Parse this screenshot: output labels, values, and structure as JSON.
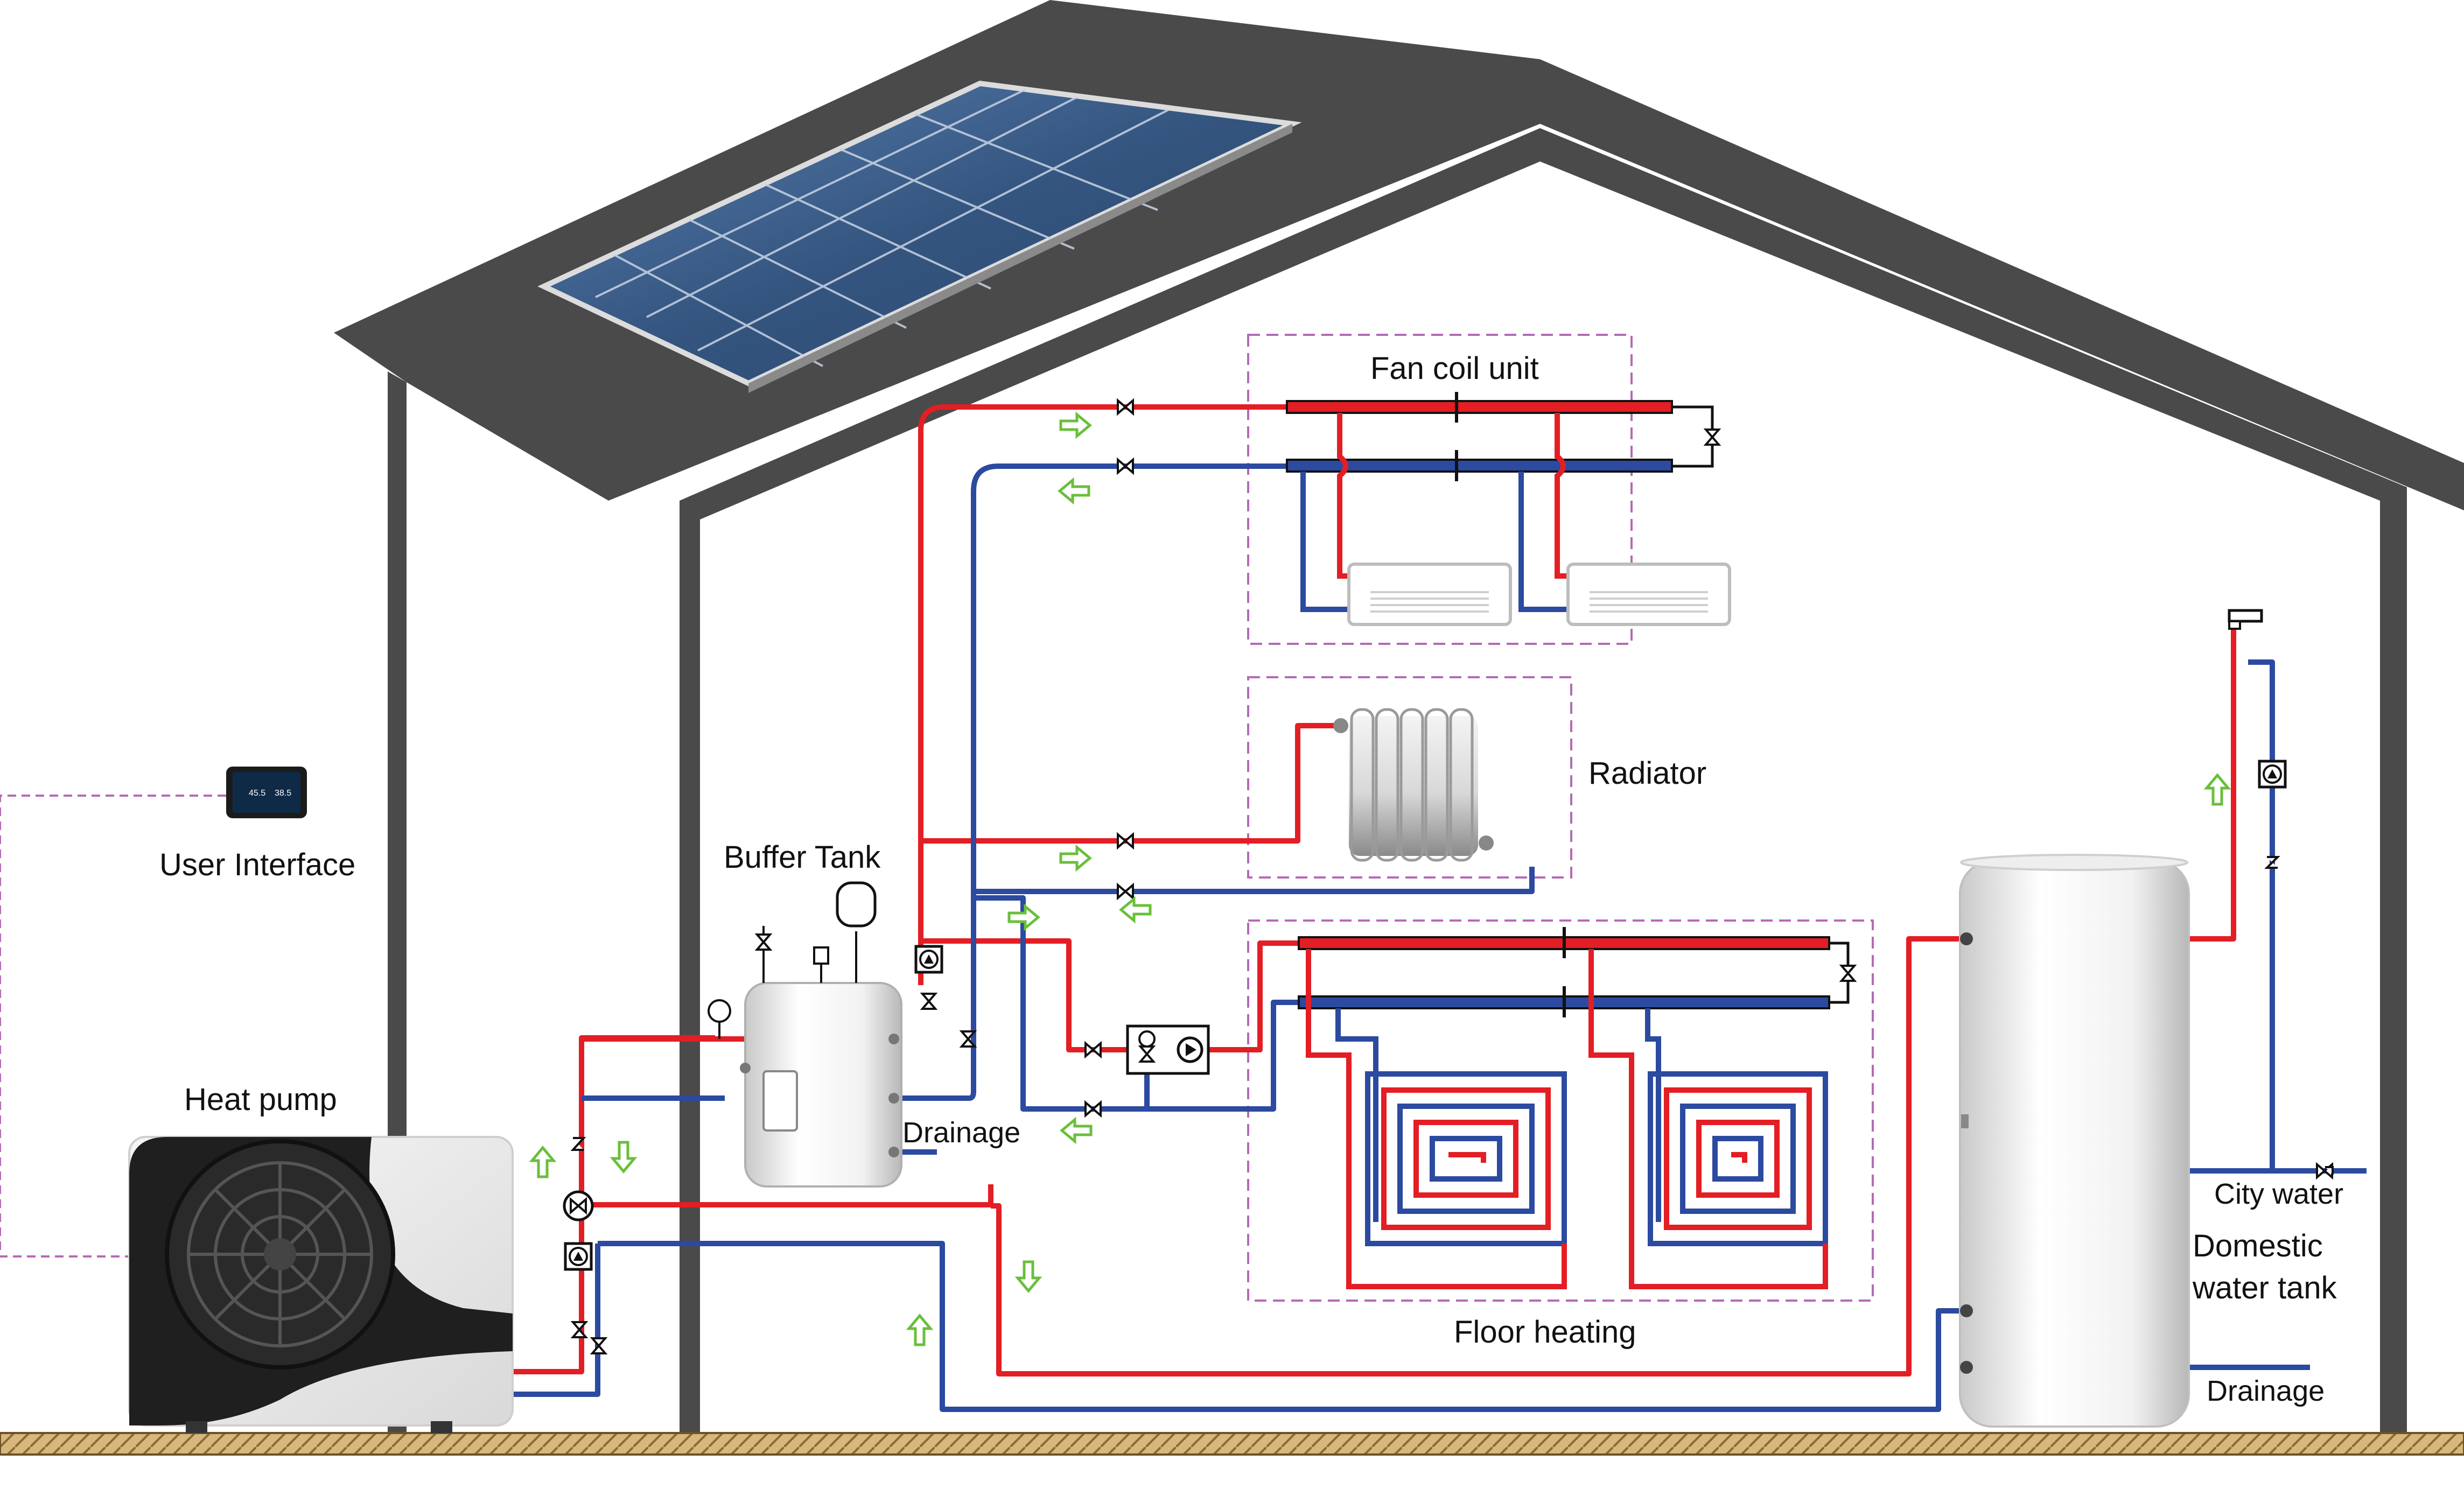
{
  "labels": {
    "fan_coil_unit": "Fan coil unit",
    "radiator": "Radiator",
    "buffer_tank": "Buffer Tank",
    "user_interface": "User Interface",
    "heat_pump": "Heat pump",
    "drainage_buffer": "Drainage",
    "floor_heating": "Floor heating",
    "city_water": "City water",
    "domestic_water_tank_line1": "Domestic",
    "domestic_water_tank_line2": "water tank",
    "drainage_tank": "Drainage"
  },
  "controller_screen": {
    "left_value": "45.5",
    "right_value": "38.5"
  },
  "colors": {
    "roof": "#4a4a4a",
    "hot_pipe": "#e31e24",
    "cold_pipe": "#2b4aa0",
    "flow_arrow": "#6abf3a",
    "zone_border": "#b46bb4",
    "solar_panel": "#3b5c8c",
    "ground": "#c8a26a"
  }
}
